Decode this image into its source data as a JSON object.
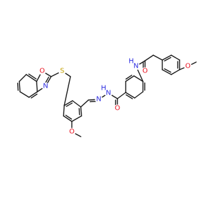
{
  "colors": {
    "bond": "#1a1a1a",
    "O": "#e8101e",
    "N": "#2a2ae0",
    "S": "#c2a000",
    "background": "#ffffff"
  },
  "atoms": {
    "o_oxazole": "O",
    "n_oxazole": "N",
    "s_thioether": "S",
    "o_methoxy_left": "O",
    "n_imine": "N",
    "nh_hydrazide": "N",
    "h_hydrazide": "H",
    "o_carbonyl_hydrazide": "O",
    "n_amide": "N",
    "h_amide": "H",
    "o_carbonyl_amide": "O",
    "o_methoxy_right": "O"
  }
}
